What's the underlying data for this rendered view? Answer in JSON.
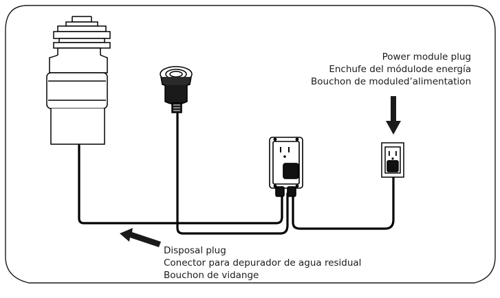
{
  "labels": {
    "power_module_plug": {
      "en": "Power module plug",
      "es": "Enchufe del módulode energía",
      "fr": "Bouchon de moduled’alimentation"
    },
    "disposal_plug": {
      "en": "Disposal plug",
      "es": "Conector para depurador de agua residual",
      "fr": "Bouchon de vidange"
    }
  },
  "colors": {
    "line": "#000000",
    "background": "#ffffff",
    "unit_fill": "#ffffff",
    "switch_fill": "#111111"
  },
  "icons": [
    "disposal-unit-icon",
    "air-switch-button-icon",
    "power-module-icon",
    "wall-outlet-icon",
    "arrow-icon"
  ]
}
